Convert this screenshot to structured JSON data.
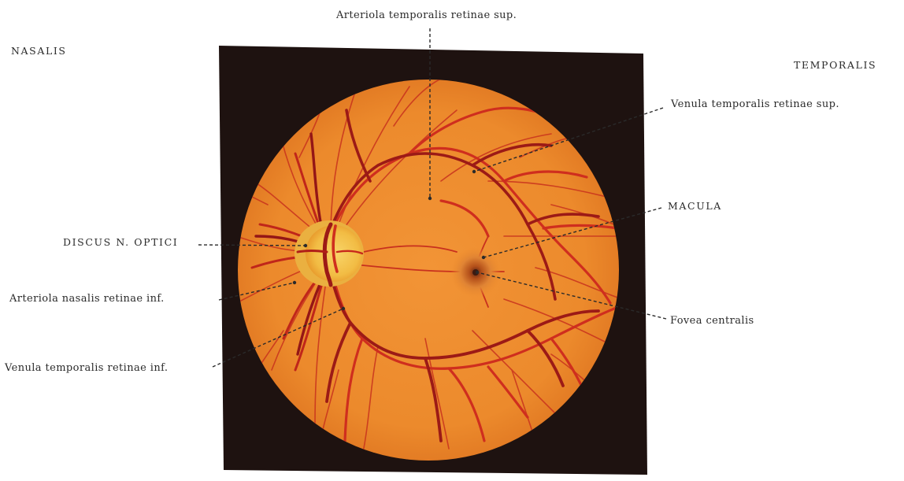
{
  "orientation": {
    "left": "NASALIS",
    "right": "TEMPORALIS"
  },
  "labels": {
    "arteriola_temporalis_sup": "Arteriola temporalis retinae sup.",
    "venula_temporalis_sup": "Venula temporalis retinae sup.",
    "macula": "MACULA",
    "discus": "DISCUS N. OPTICI",
    "arteriola_nasalis_inf": "Arteriola nasalis retinae inf.",
    "fovea": "Fovea centralis",
    "venula_temporalis_inf": "Venula temporalis retinae inf."
  },
  "colors": {
    "background_frame": "#1e1210",
    "fundus": "#ec8a2c",
    "fundus_dark": "#d86818",
    "vessel_artery": "#c8281c",
    "vessel_vein": "#8e1414",
    "optic_disc": "#f6c850",
    "macula": "#d26a20",
    "fovea": "#5a2414"
  }
}
